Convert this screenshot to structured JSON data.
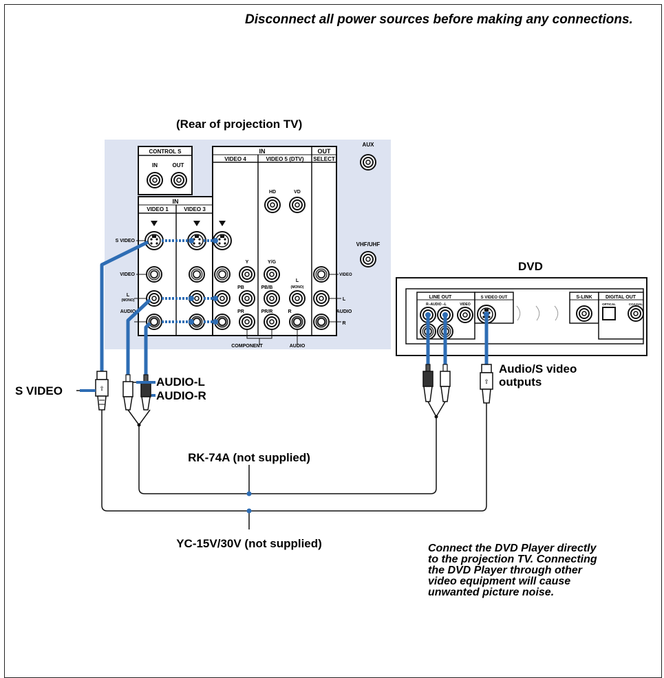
{
  "warning": "Disconnect all power sources before making any connections.",
  "rear_tv_title": "(Rear of projection TV)",
  "dvd_title": "DVD",
  "tv_panel": {
    "control_s": "CONTROL  S",
    "cs_in": "IN",
    "cs_out": "OUT",
    "in_top": "IN",
    "out_top": "OUT",
    "video4": "VIDEO 4",
    "video5": "VIDEO 5 (DTV)",
    "select": "SELECT",
    "aux": "AUX",
    "hd": "HD",
    "vd": "VD",
    "in_left": "IN",
    "video1": "VIDEO 1",
    "video3": "VIDEO 3",
    "vhf_uhf": "VHF/UHF",
    "row_svideo": "S VIDEO",
    "row_video": "VIDEO",
    "row_l": "L",
    "row_mono": "(MONO)",
    "row_audio": "AUDIO",
    "y": "Y",
    "yg": "Y/G",
    "pb": "PB",
    "pbb": "PB/B",
    "pr": "PR",
    "prr": "PR/R",
    "l": "L",
    "mono": "(MONO)",
    "r": "R",
    "component": "COMPONENT",
    "audio": "AUDIO",
    "out_video": "VIDEO",
    "out_l": "L",
    "out_audio": "AUDIO",
    "out_r": "R"
  },
  "dvd_panel": {
    "line_out": "LINE OUT",
    "r_audio_l": "R–AUDIO –L",
    "video": "VIDEO",
    "s_video_out": "S VIDEO OUT",
    "s_link": "S-LINK",
    "digital_out": "DIGITAL OUT",
    "optical": "OPTICAL",
    "coaxial": "COAXIAL"
  },
  "labels": {
    "s_video": "S VIDEO",
    "audio_l": "AUDIO-L",
    "audio_r": "AUDIO-R",
    "dvd_outputs_1": "Audio/S video",
    "dvd_outputs_2": "outputs",
    "rk74a": "RK-74A (not supplied)",
    "yc15v": "YC-15V/30V (not supplied)"
  },
  "note": "Connect the DVD Player directly\nto the projection TV. Connecting\nthe DVD Player through other\nvideo equipment will cause\nunwanted picture noise.",
  "colors": {
    "panel_bg": "#dde3f1",
    "cable_blue": "#2e6db4"
  }
}
